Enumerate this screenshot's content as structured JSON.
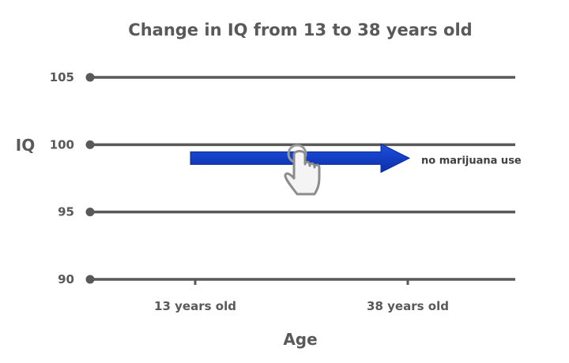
{
  "chart_data": {
    "type": "line",
    "title": "Change in IQ from 13 to 38 years old",
    "xlabel": "Age",
    "ylabel": "IQ",
    "categories": [
      "13 years old",
      "38 years old"
    ],
    "yticks": [
      105,
      100,
      95,
      90
    ],
    "ylim": [
      90,
      105
    ],
    "grid": true,
    "series": [
      {
        "name": "no marijuana use",
        "values": [
          99,
          99
        ]
      }
    ],
    "colors": {
      "series": "#0a3bc4",
      "grid": "#595959",
      "text": "#595959"
    }
  },
  "icons": {
    "pointer": "hand-pointer-icon"
  }
}
